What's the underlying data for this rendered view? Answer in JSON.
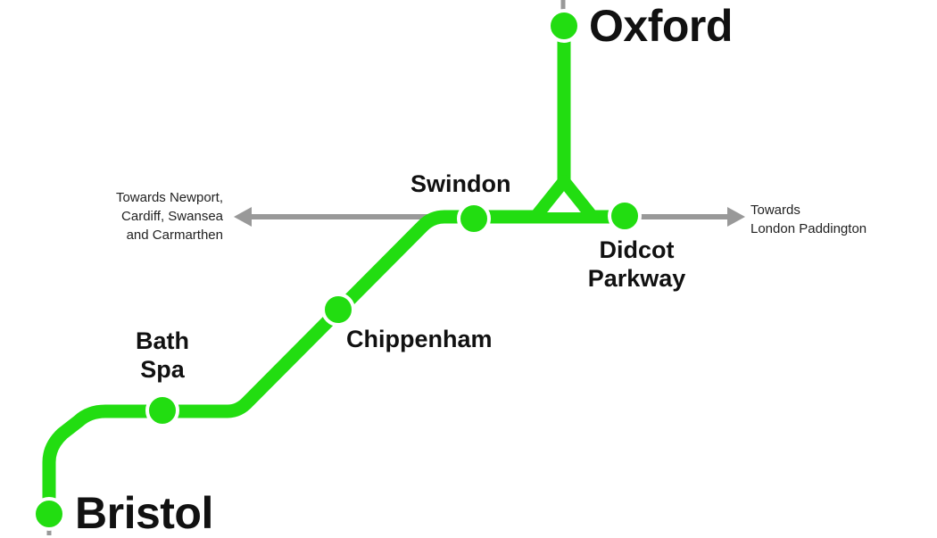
{
  "colors": {
    "line": "#22dd11",
    "arrow": "#999999",
    "text": "#111111"
  },
  "stations": {
    "oxford": "Oxford",
    "swindon": "Swindon",
    "didcot_line1": "Didcot",
    "didcot_line2": "Parkway",
    "chippenham": "Chippenham",
    "bath_line1": "Bath",
    "bath_line2": "Spa",
    "bristol": "Bristol"
  },
  "directions": {
    "west_line1": "Towards Newport,",
    "west_line2": "Cardiff, Swansea",
    "west_line3": "and Carmarthen",
    "east_line1": "Towards",
    "east_line2": "London Paddington"
  }
}
